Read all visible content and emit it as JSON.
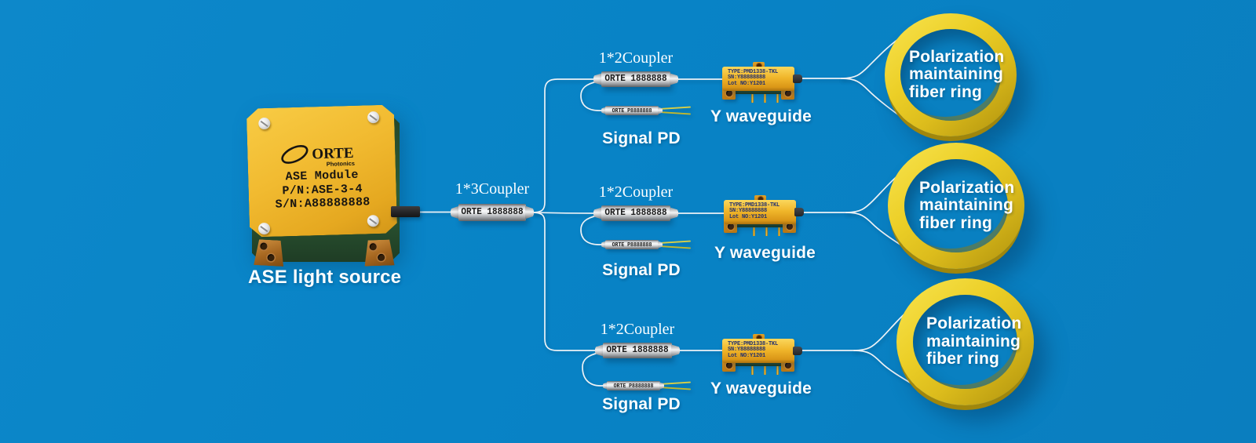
{
  "source": {
    "brand": "ORTE",
    "brand_sub": "Photonics",
    "module_line1": "ASE Module",
    "module_line2": "P/N:ASE-3-4",
    "module_line3": "S/N:A88888888",
    "caption": "ASE light source"
  },
  "coupler_1x3": {
    "label": "1*3Coupler",
    "marking": "ORTE 1888888"
  },
  "coupler_1x2": {
    "label": "1*2Coupler",
    "marking": "ORTE 1888888"
  },
  "signal_pd": {
    "label": "Signal PD",
    "marking": "ORTE P8888888"
  },
  "y_waveguide": {
    "label": "Y waveguide",
    "marking_line1": "TYPE:PMD1338-TKL",
    "marking_line2": "SN:Y88888888",
    "marking_line3": "Lot NO:Y1201"
  },
  "fiber_ring": {
    "lines": [
      "Polarization",
      "maintaining",
      "fiber ring"
    ]
  },
  "colors": {
    "background": "#0883c6",
    "ring_yellow": "#eccf27",
    "module_yellow": "#f1ba30",
    "waveguide_gold": "#f0b62b",
    "fiber_white": "#edf2f6",
    "pd_tail_yellow": "#d9cf45"
  }
}
